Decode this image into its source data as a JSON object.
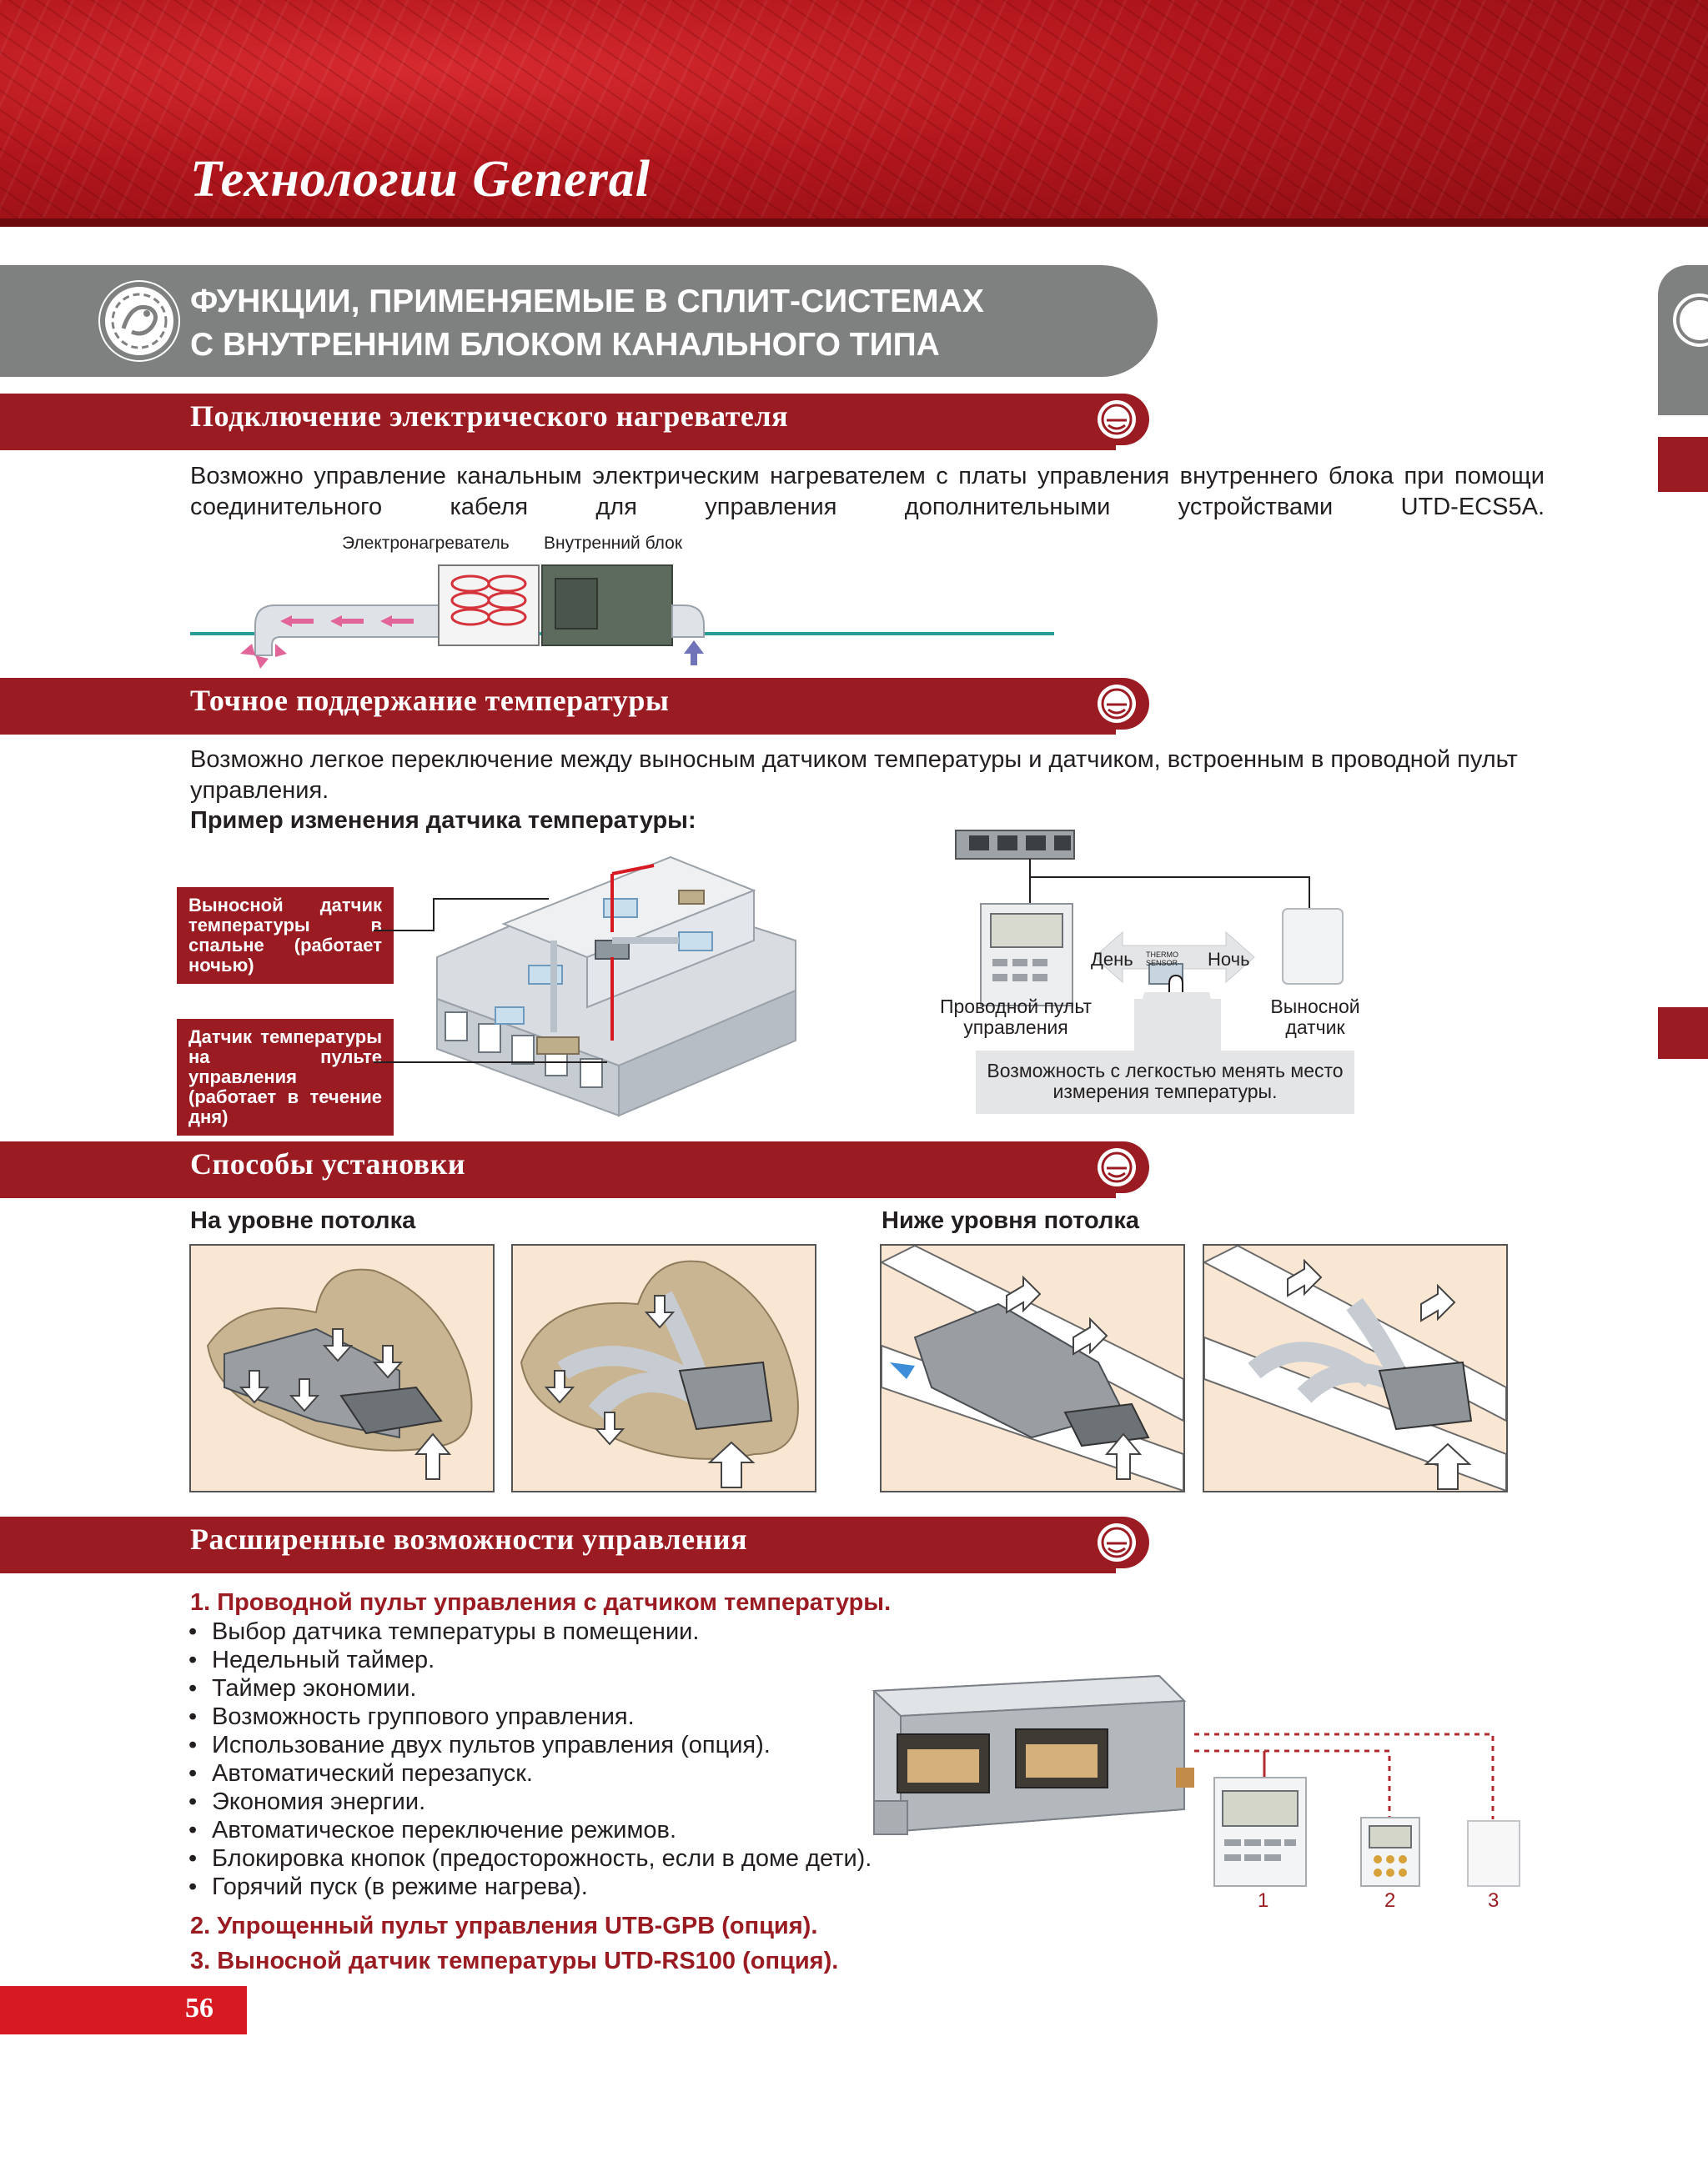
{
  "header": {
    "title": "Технологии  General"
  },
  "category": {
    "title_line1": "ФУНКЦИИ, ПРИМЕНЯЕМЫЕ В СПЛИТ-СИСТЕМАХ",
    "title_line2": "С ВНУТРЕННИМ БЛОКОМ КАНАЛЬНОГО ТИПА"
  },
  "sections": {
    "heater": {
      "title": "Подключение электрического нагревателя",
      "text": "Возможно управление канальным электрическим нагревателем  с платы управления внутреннего блока при помощи соединительного кабеля для управления дополнительными устройствами UTD-ECS5A.",
      "label_heater": "Электронагреватель",
      "label_indoor": "Внутренний блок"
    },
    "temperature": {
      "title": "Точное поддержание температуры",
      "text": "Возможно легкое переключение между выносным датчиком температуры и датчиком, встроенным в проводной пульт управления.",
      "example_heading": "Пример изменения датчика температуры:",
      "box_remote_sensor": "Выносной датчик температуры в спальне (работает ночью)",
      "box_panel_sensor": "Датчик температуры на пульте управления (работает в течение дня)",
      "label_day": "День",
      "label_night": "Ночь",
      "label_thermo": "THERMO SENSOR",
      "label_wired_panel": "Проводной пульт управления",
      "label_remote": "Выносной датчик",
      "caption": "Возможность с легкостью менять место измерения температуры."
    },
    "installation": {
      "title": "Способы установки",
      "ceiling_level": "На уровне потолка",
      "below_ceiling": "Ниже уровня потолка"
    },
    "control": {
      "title": "Расширенные возможности управления",
      "item1_title": "1. Проводной пульт управления с датчиком температуры.",
      "bullets": [
        "Выбор датчика температуры в помещении.",
        "Недельный таймер.",
        "Таймер экономии.",
        "Возможность группового управления.",
        "Использование двух пультов управления (опция).",
        "Автоматический перезапуск.",
        "Экономия энергии.",
        "Автоматическое переключение режимов.",
        "Блокировка кнопок (предосторожность, если в доме дети).",
        "Горячий пуск (в режиме нагрева)."
      ],
      "item2_title": "2. Упрощенный пульт управления UTB-GPB (опция).",
      "item3_title": "3. Выносной датчик температуры UTD-RS100 (опция).",
      "device_labels": [
        "1",
        "2",
        "3"
      ]
    }
  },
  "footer": {
    "page_number": "56"
  },
  "colors": {
    "brand_red": "#9b1b22",
    "bright_red": "#d71921",
    "grey_tab": "#7f8080",
    "teal_line": "#2a9d96"
  }
}
